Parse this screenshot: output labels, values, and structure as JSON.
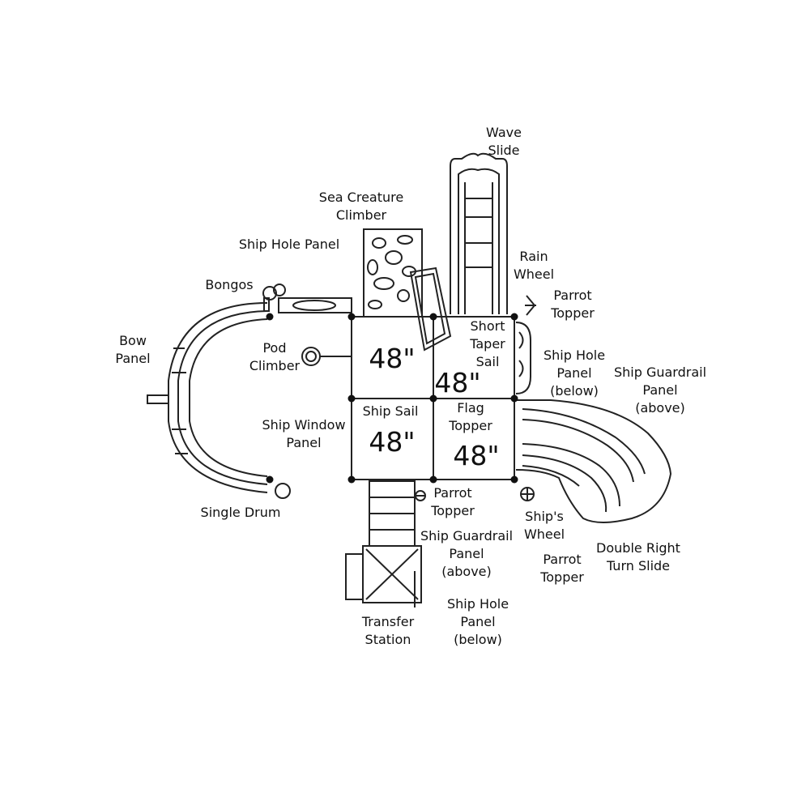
{
  "deck_heights": [
    "48\"",
    "48\"",
    "48\"",
    "48\""
  ],
  "labels": {
    "wave_slide": [
      "Wave",
      "Slide"
    ],
    "sea_creature_climber": [
      "Sea Creature",
      "Climber"
    ],
    "ship_hole_panel_top": [
      "Ship Hole Panel"
    ],
    "rain_wheel": [
      "Rain",
      "Wheel"
    ],
    "parrot_topper_top": [
      "Parrot",
      "Topper"
    ],
    "bongos": [
      "Bongos"
    ],
    "short_taper_sail": [
      "Short",
      "Taper",
      "Sail"
    ],
    "bow_panel": [
      "Bow",
      "Panel"
    ],
    "pod_climber": [
      "Pod",
      "Climber"
    ],
    "ship_hole_panel_below_right": [
      "Ship Hole",
      "Panel",
      "(below)"
    ],
    "ship_guardrail_panel_above_right": [
      "Ship Guardrail",
      "Panel",
      "(above)"
    ],
    "ship_sail": [
      "Ship Sail"
    ],
    "flag_topper": [
      "Flag",
      "Topper"
    ],
    "ship_window_panel": [
      "Ship Window",
      "Panel"
    ],
    "parrot_topper_bottom": [
      "Parrot",
      "Topper"
    ],
    "single_drum": [
      "Single Drum"
    ],
    "ships_wheel": [
      "Ship's",
      "Wheel"
    ],
    "ship_guardrail_panel_above_bottom": [
      "Ship Guardrail",
      "Panel",
      "(above)"
    ],
    "double_right_turn_slide": [
      "Double Right",
      "Turn Slide"
    ],
    "parrot_topper_right": [
      "Parrot",
      "Topper"
    ],
    "ship_hole_panel_below_bottom": [
      "Ship Hole",
      "Panel",
      "(below)"
    ],
    "transfer_station": [
      "Transfer",
      "Station"
    ]
  }
}
